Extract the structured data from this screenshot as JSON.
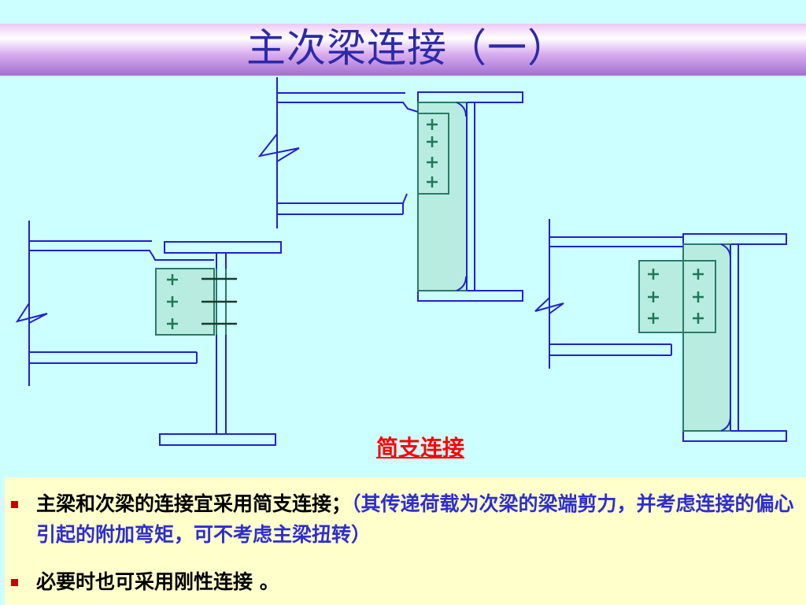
{
  "slide": {
    "title": "主次梁连接（一）",
    "caption": "简支连接",
    "colors": {
      "background": "#ccffff",
      "beam_line": "#2222cc",
      "plate_fill": "#b8ece0",
      "plate_line": "#2a7a6a",
      "bolt": "#1b7a55",
      "caption": "#ff0000",
      "notes_background": "#ffffcc",
      "note_blue": "#2e2ed0",
      "bullet": "#cc0000"
    },
    "notes": [
      {
        "main": "主梁和次梁的连接宜采用简支连接；",
        "detail": "（其传递荷载为次梁的梁端剪力，并考虑连接的偏心引起的附加弯矩，可不考虑主梁扭转）"
      },
      {
        "main": "必要时也可采用刚性连接 。",
        "detail": ""
      }
    ]
  }
}
